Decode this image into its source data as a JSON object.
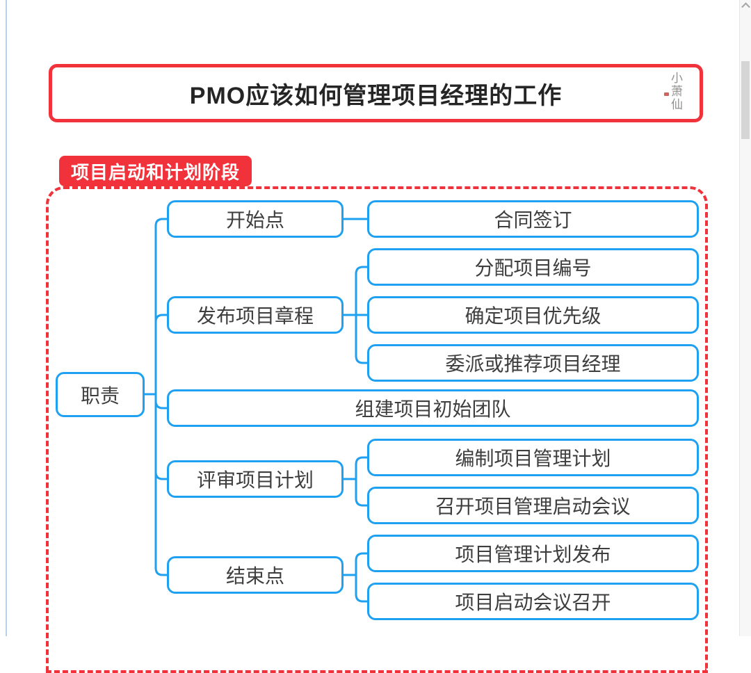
{
  "colors": {
    "node_border_blue": "#1fa1f1",
    "accent_red": "#f1323a",
    "node_text": "#3e3e3e",
    "title_text": "#252525",
    "label_text": "#ffffff"
  },
  "header": {
    "title": "PMO应该如何管理项目经理的工作",
    "watermark": "小萧仙"
  },
  "section": {
    "label": "项目启动和计划阶段"
  },
  "mindmap": {
    "root": {
      "label": "职责"
    },
    "branches": [
      {
        "label": "开始点",
        "children": [
          "合同签订"
        ]
      },
      {
        "label": "发布项目章程",
        "children": [
          "分配项目编号",
          "确定项目优先级",
          "委派或推荐项目经理"
        ]
      },
      {
        "label": "组建项目初始团队",
        "children": []
      },
      {
        "label": "评审项目计划",
        "children": [
          "编制项目管理计划",
          "召开项目管理启动会议"
        ]
      },
      {
        "label": "结束点",
        "children": [
          "项目管理计划发布",
          "项目启动会议召开"
        ]
      }
    ]
  },
  "scrollbar": {
    "up_arrow_icon": "chevron-up"
  }
}
